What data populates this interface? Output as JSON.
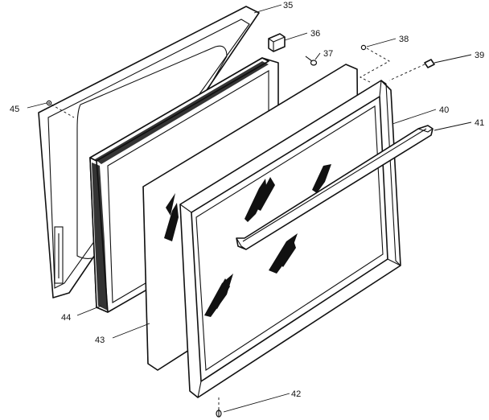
{
  "callouts": [
    "35",
    "36",
    "37",
    "38",
    "39",
    "40",
    "41",
    "42",
    "43",
    "44",
    "45"
  ]
}
